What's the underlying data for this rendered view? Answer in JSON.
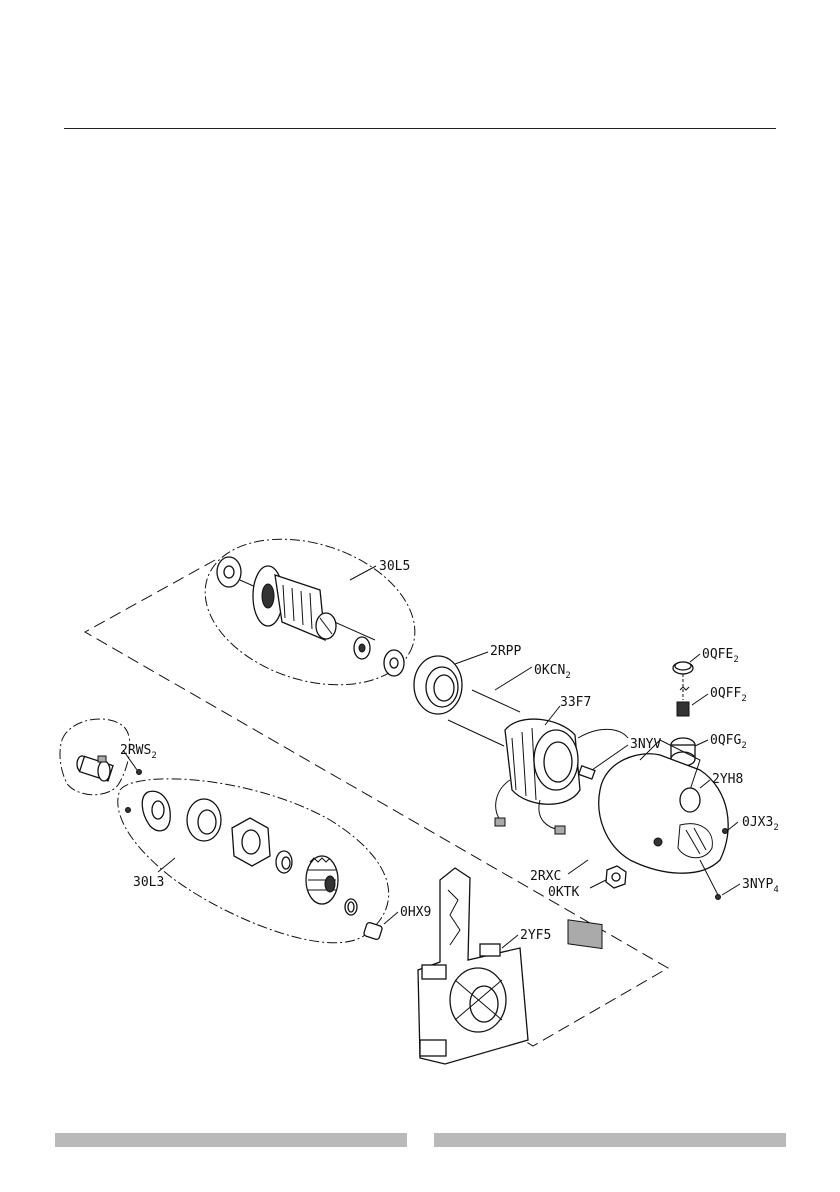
{
  "diagram": {
    "labels": [
      {
        "id": "30L5",
        "text": "30L5",
        "sub": ""
      },
      {
        "id": "2RPP",
        "text": "2RPP",
        "sub": ""
      },
      {
        "id": "0KCN",
        "text": "0KCN",
        "sub": "2"
      },
      {
        "id": "33F7",
        "text": "33F7",
        "sub": ""
      },
      {
        "id": "0QFE",
        "text": "0QFE",
        "sub": "2"
      },
      {
        "id": "0QFF",
        "text": "0QFF",
        "sub": "2"
      },
      {
        "id": "0QFG",
        "text": "0QFG",
        "sub": "2"
      },
      {
        "id": "3NYV",
        "text": "3NYV",
        "sub": ""
      },
      {
        "id": "2YH8",
        "text": "2YH8",
        "sub": ""
      },
      {
        "id": "0JX3",
        "text": "0JX3",
        "sub": "2"
      },
      {
        "id": "2RWS",
        "text": "2RWS",
        "sub": "2"
      },
      {
        "id": "30L3",
        "text": "30L3",
        "sub": ""
      },
      {
        "id": "2RXC",
        "text": "2RXC",
        "sub": ""
      },
      {
        "id": "0KTK",
        "text": "0KTK",
        "sub": ""
      },
      {
        "id": "3NYP",
        "text": "3NYP",
        "sub": "4"
      },
      {
        "id": "0HX9",
        "text": "0HX9",
        "sub": ""
      },
      {
        "id": "2YF5",
        "text": "2YF5",
        "sub": ""
      }
    ]
  }
}
